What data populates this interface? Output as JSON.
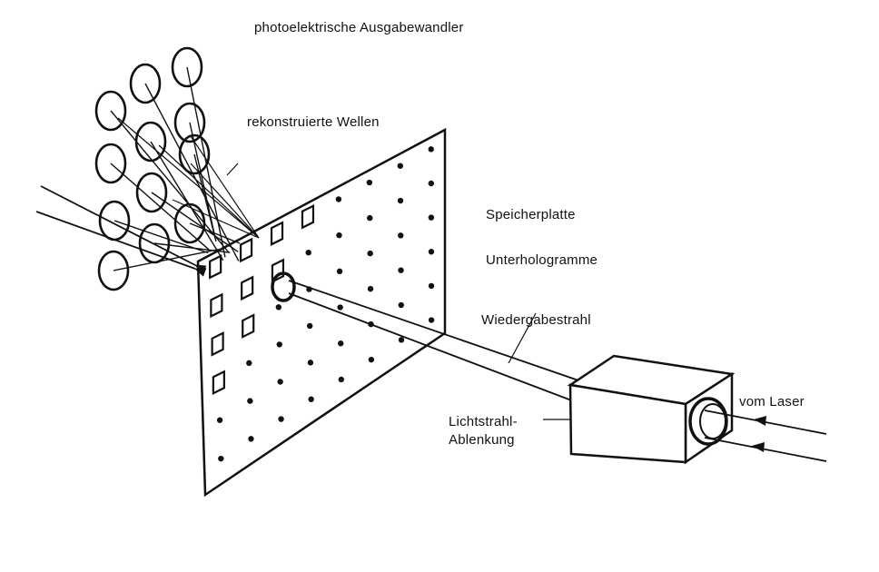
{
  "colors": {
    "ink": "#111111",
    "paper": "#ffffff"
  },
  "labels": {
    "detectors": "photoelektrische Ausgabewandler",
    "waves": "rekonstruierte Wellen",
    "plate": "Speicherplatte",
    "subholograms": "Unterhologramme",
    "readout_beam": "Wiedergabestrahl",
    "deflection_line1": "Lichtstrahl-",
    "deflection_line2": "Ablenkung",
    "laser": "vom Laser"
  }
}
